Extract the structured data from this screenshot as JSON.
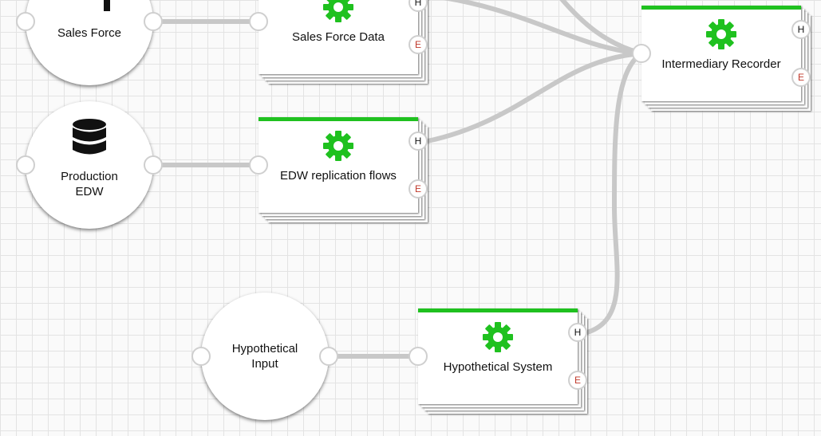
{
  "nodes": {
    "sales_force": {
      "label": "Sales Force"
    },
    "production_edw": {
      "label": "Production\nEDW"
    },
    "hypothetical_input": {
      "label": "Hypothetical\nInput"
    }
  },
  "systems": {
    "sales_force_data": {
      "title": "Sales Force Data",
      "h": "H",
      "e": "E"
    },
    "edw_replication": {
      "title": "EDW replication flows",
      "h": "H",
      "e": "E"
    },
    "intermediary_recorder": {
      "title": "Intermediary Recorder",
      "h": "H",
      "e": "E"
    },
    "hypothetical_system": {
      "title": "Hypothetical System",
      "h": "H",
      "e": "E"
    }
  },
  "colors": {
    "accent": "#1fc11f",
    "edge": "#c8c8c8",
    "error_badge": "#c0392b"
  }
}
